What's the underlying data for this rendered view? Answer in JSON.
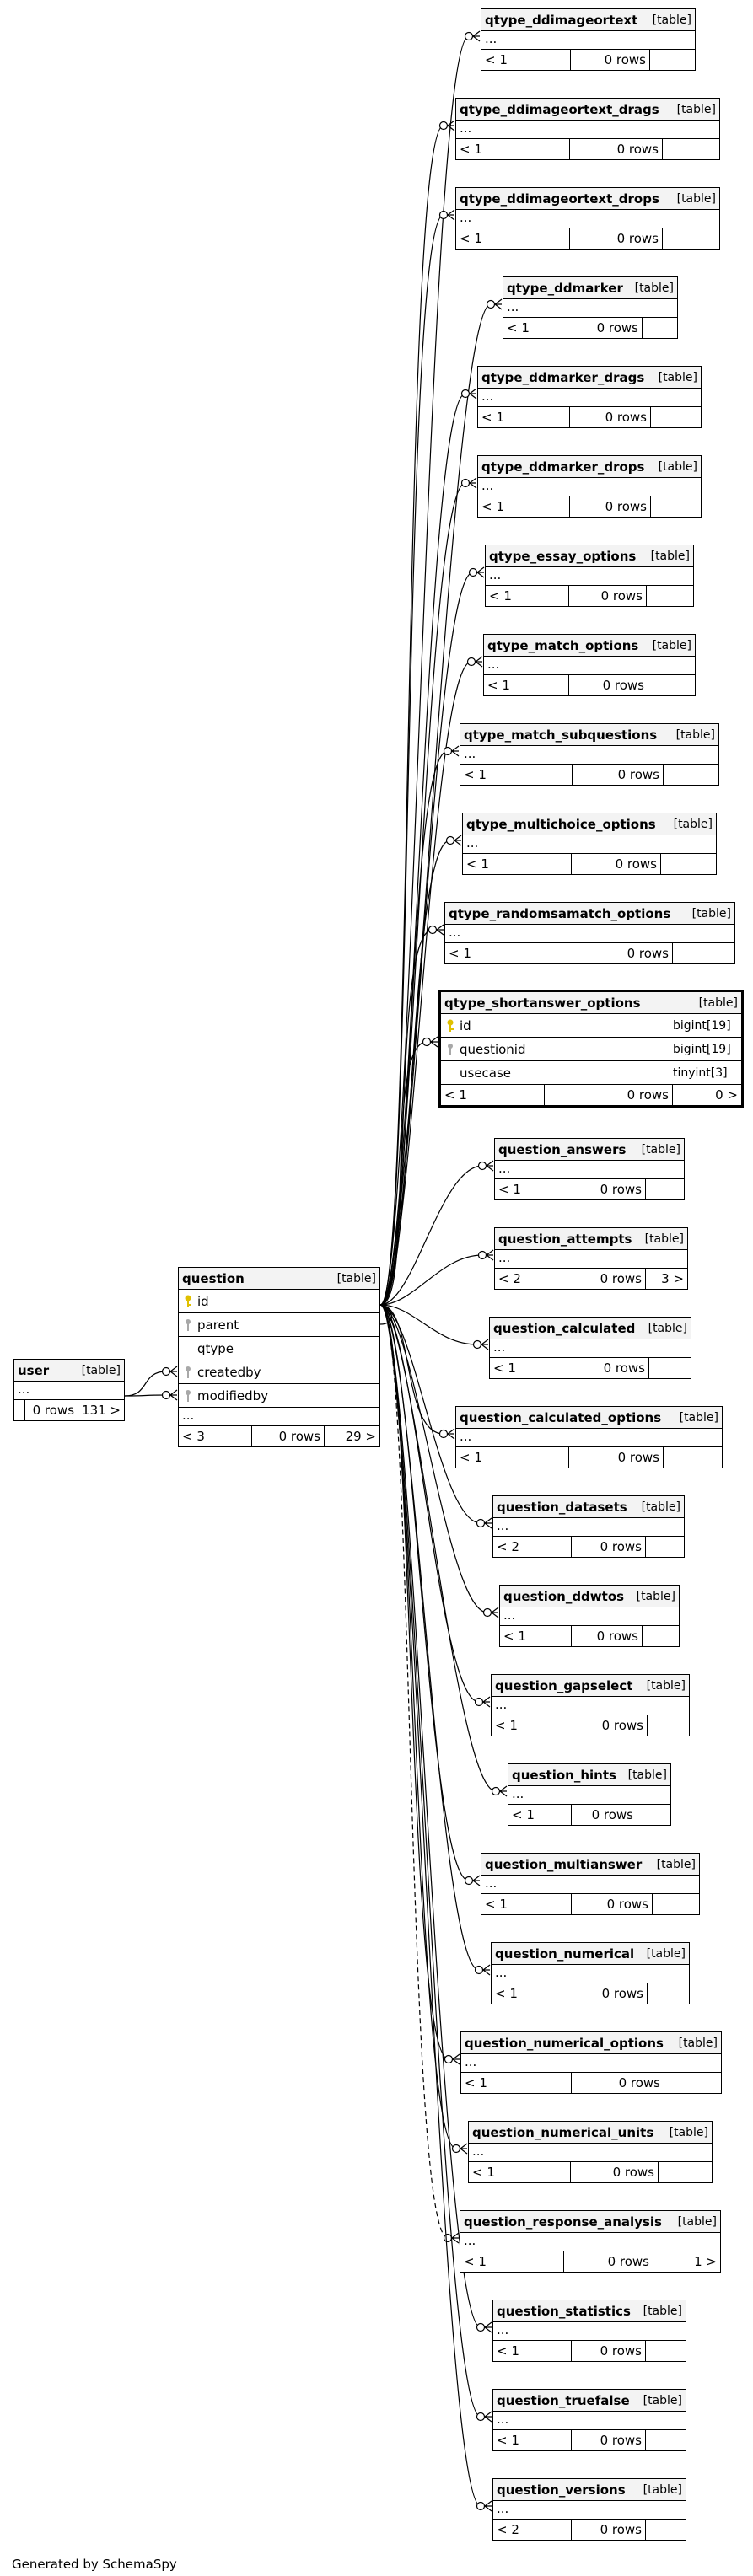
{
  "focus_table": "qtype_shortanswer_options",
  "footer": "Generated by SchemaSpy",
  "kind_label": "[table]",
  "ellipsis": "...",
  "colors": {
    "primary_key": "#e0c000",
    "foreign_key": "#a8a8a8",
    "header_bg": "#f3f3f3",
    "border": "#000000"
  },
  "tables": [
    {
      "id": "user",
      "name": "user",
      "kind": "[table]",
      "rows_label": "0 rows",
      "parents": "",
      "children": "131 >",
      "columns": []
    },
    {
      "id": "question",
      "name": "question",
      "kind": "[table]",
      "parents": "< 3",
      "rows_label": "0 rows",
      "children": "29 >",
      "columns": [
        {
          "name": "id",
          "key": "pk"
        },
        {
          "name": "parent",
          "key": "fk"
        },
        {
          "name": "qtype",
          "key": ""
        },
        {
          "name": "createdby",
          "key": "fk"
        },
        {
          "name": "modifiedby",
          "key": "fk"
        }
      ]
    },
    {
      "id": "qtype_ddimageortext",
      "name": "qtype_ddimageortext",
      "kind": "[table]",
      "parents": "< 1",
      "rows_label": "0 rows",
      "children": ""
    },
    {
      "id": "qtype_ddimageortext_drags",
      "name": "qtype_ddimageortext_drags",
      "kind": "[table]",
      "parents": "< 1",
      "rows_label": "0 rows",
      "children": ""
    },
    {
      "id": "qtype_ddimageortext_drops",
      "name": "qtype_ddimageortext_drops",
      "kind": "[table]",
      "parents": "< 1",
      "rows_label": "0 rows",
      "children": ""
    },
    {
      "id": "qtype_ddmarker",
      "name": "qtype_ddmarker",
      "kind": "[table]",
      "parents": "< 1",
      "rows_label": "0 rows",
      "children": ""
    },
    {
      "id": "qtype_ddmarker_drags",
      "name": "qtype_ddmarker_drags",
      "kind": "[table]",
      "parents": "< 1",
      "rows_label": "0 rows",
      "children": ""
    },
    {
      "id": "qtype_ddmarker_drops",
      "name": "qtype_ddmarker_drops",
      "kind": "[table]",
      "parents": "< 1",
      "rows_label": "0 rows",
      "children": ""
    },
    {
      "id": "qtype_essay_options",
      "name": "qtype_essay_options",
      "kind": "[table]",
      "parents": "< 1",
      "rows_label": "0 rows",
      "children": ""
    },
    {
      "id": "qtype_match_options",
      "name": "qtype_match_options",
      "kind": "[table]",
      "parents": "< 1",
      "rows_label": "0 rows",
      "children": ""
    },
    {
      "id": "qtype_match_subquestions",
      "name": "qtype_match_subquestions",
      "kind": "[table]",
      "parents": "< 1",
      "rows_label": "0 rows",
      "children": ""
    },
    {
      "id": "qtype_multichoice_options",
      "name": "qtype_multichoice_options",
      "kind": "[table]",
      "parents": "< 1",
      "rows_label": "0 rows",
      "children": ""
    },
    {
      "id": "qtype_randomsamatch_options",
      "name": "qtype_randomsamatch_options",
      "kind": "[table]",
      "parents": "< 1",
      "rows_label": "0 rows",
      "children": ""
    },
    {
      "id": "qtype_shortanswer_options",
      "name": "qtype_shortanswer_options",
      "kind": "[table]",
      "parents": "< 1",
      "rows_label": "0 rows",
      "children": "0 >",
      "columns": [
        {
          "name": "id",
          "type": "bigint[19]",
          "key": "pk"
        },
        {
          "name": "questionid",
          "type": "bigint[19]",
          "key": "fk"
        },
        {
          "name": "usecase",
          "type": "tinyint[3]",
          "key": ""
        }
      ]
    },
    {
      "id": "question_answers",
      "name": "question_answers",
      "kind": "[table]",
      "parents": "< 1",
      "rows_label": "0 rows",
      "children": ""
    },
    {
      "id": "question_attempts",
      "name": "question_attempts",
      "kind": "[table]",
      "parents": "< 2",
      "rows_label": "0 rows",
      "children": "3 >"
    },
    {
      "id": "question_calculated",
      "name": "question_calculated",
      "kind": "[table]",
      "parents": "< 1",
      "rows_label": "0 rows",
      "children": ""
    },
    {
      "id": "question_calculated_options",
      "name": "question_calculated_options",
      "kind": "[table]",
      "parents": "< 1",
      "rows_label": "0 rows",
      "children": ""
    },
    {
      "id": "question_datasets",
      "name": "question_datasets",
      "kind": "[table]",
      "parents": "< 2",
      "rows_label": "0 rows",
      "children": ""
    },
    {
      "id": "question_ddwtos",
      "name": "question_ddwtos",
      "kind": "[table]",
      "parents": "< 1",
      "rows_label": "0 rows",
      "children": ""
    },
    {
      "id": "question_gapselect",
      "name": "question_gapselect",
      "kind": "[table]",
      "parents": "< 1",
      "rows_label": "0 rows",
      "children": ""
    },
    {
      "id": "question_hints",
      "name": "question_hints",
      "kind": "[table]",
      "parents": "< 1",
      "rows_label": "0 rows",
      "children": ""
    },
    {
      "id": "question_multianswer",
      "name": "question_multianswer",
      "kind": "[table]",
      "parents": "< 1",
      "rows_label": "0 rows",
      "children": ""
    },
    {
      "id": "question_numerical",
      "name": "question_numerical",
      "kind": "[table]",
      "parents": "< 1",
      "rows_label": "0 rows",
      "children": ""
    },
    {
      "id": "question_numerical_options",
      "name": "question_numerical_options",
      "kind": "[table]",
      "parents": "< 1",
      "rows_label": "0 rows",
      "children": ""
    },
    {
      "id": "question_numerical_units",
      "name": "question_numerical_units",
      "kind": "[table]",
      "parents": "< 1",
      "rows_label": "0 rows",
      "children": ""
    },
    {
      "id": "question_response_analysis",
      "name": "question_response_analysis",
      "kind": "[table]",
      "parents": "< 1",
      "rows_label": "0 rows",
      "children": "1 >"
    },
    {
      "id": "question_statistics",
      "name": "question_statistics",
      "kind": "[table]",
      "parents": "< 1",
      "rows_label": "0 rows",
      "children": ""
    },
    {
      "id": "question_truefalse",
      "name": "question_truefalse",
      "kind": "[table]",
      "parents": "< 1",
      "rows_label": "0 rows",
      "children": ""
    },
    {
      "id": "question_versions",
      "name": "question_versions",
      "kind": "[table]",
      "parents": "< 2",
      "rows_label": "0 rows",
      "children": ""
    }
  ]
}
